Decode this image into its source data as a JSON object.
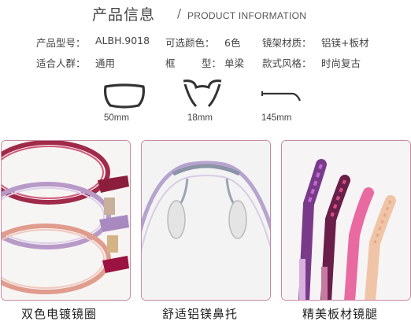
{
  "header": {
    "title_cn": "产品信息",
    "separator": "/",
    "title_en": "PRODUCT INFORMATION"
  },
  "specs": {
    "model_label": "产品型号：",
    "model_value": "ALBH.9018",
    "color_label": "可选颜色：",
    "color_value": "6色",
    "material_label": "镜架材质：",
    "material_value": "铝镁+板材",
    "audience_label": "适合人群：",
    "audience_value": "通用",
    "frame_label_a": "框",
    "frame_label_b": "型：",
    "frame_value": "单梁",
    "style_label": "款式风格：",
    "style_value": "时尚复古"
  },
  "dimensions": {
    "lens_width": "50mm",
    "bridge_width": "18mm",
    "temple_length": "145mm"
  },
  "photos": [
    {
      "caption": "双色电镀镜圈"
    },
    {
      "caption": "舒适铝镁鼻托"
    },
    {
      "caption": "精美板材镜腿"
    }
  ],
  "colors": {
    "border": "#c98aa0",
    "text": "#333333"
  }
}
